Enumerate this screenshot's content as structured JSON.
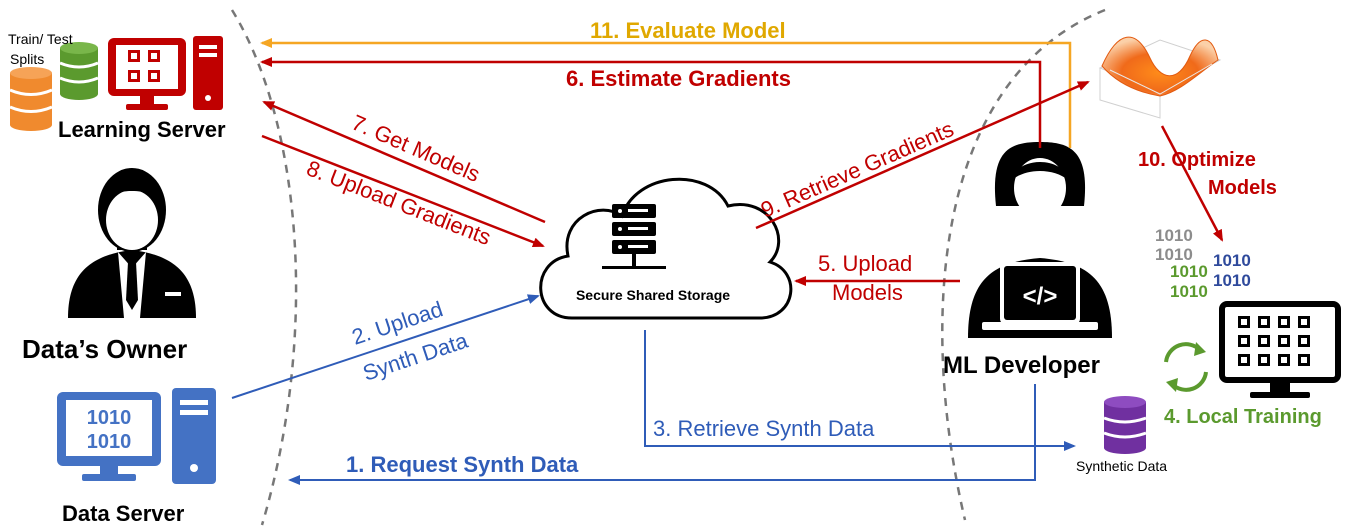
{
  "colors": {
    "red": "#c00000",
    "blue": "#2f5cb8",
    "blue_icon": "#4472c4",
    "orange": "#f5a623",
    "gold_text": "#e0a800",
    "green": "#5b9a2e",
    "purple": "#7030a0",
    "gray_binary": "#8c8c8c",
    "black": "#000000"
  },
  "labels": {
    "train_test_splits_1": "Train/ Test",
    "train_test_splits_2": "Splits",
    "learning_server": "Learning Server",
    "data_owner": "Data’s Owner",
    "data_server": "Data Server",
    "secure_storage": "Secure Shared Storage",
    "ml_developer": "ML Developer",
    "synthetic_data": "Synthetic Data",
    "local_training": "4. Local Training",
    "optimize_1": "10.  Optimize",
    "optimize_2": "Models",
    "binary_1010": "1010"
  },
  "steps": {
    "s1": "1. Request Synth Data",
    "s2a": "2. Upload",
    "s2b": "Synth Data",
    "s3": "3. Retrieve Synth Data",
    "s5a": "5. Upload",
    "s5b": "Models",
    "s6": "6. Estimate Gradients",
    "s7": "7. Get Models",
    "s8": "8. Upload Gradients",
    "s9": "9. Retrieve Gradients",
    "s11": "11. Evaluate Model"
  }
}
